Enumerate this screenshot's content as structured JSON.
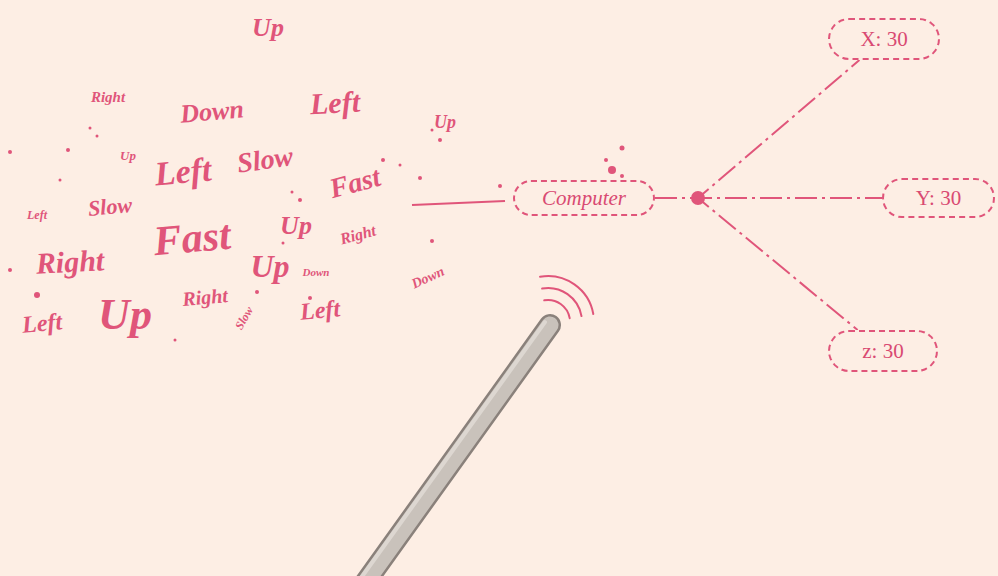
{
  "diagram": {
    "nodes": [
      {
        "text": [
          "Computer"
        ]
      },
      {
        "text": [
          "X: 30"
        ]
      },
      {
        "text": [
          "Y: 30"
        ]
      },
      {
        "text": [
          "z: 30"
        ]
      }
    ],
    "edges": [
      {
        "from": 0,
        "to": 1,
        "arrow": "none"
      },
      {
        "from": 0,
        "to": 2,
        "arrow": "none"
      },
      {
        "from": 0,
        "to": 3,
        "arrow": "none"
      }
    ],
    "labels": [
      "Up",
      "Right",
      "Down",
      "Left",
      "Up",
      "Up",
      "Left",
      "Slow",
      "Left",
      "Slow",
      "Fast",
      "Fast",
      "Up",
      "Right",
      "Right",
      "Up",
      "Down",
      "Down",
      "Left",
      "Up",
      "Right",
      "Slow",
      "Left"
    ]
  }
}
